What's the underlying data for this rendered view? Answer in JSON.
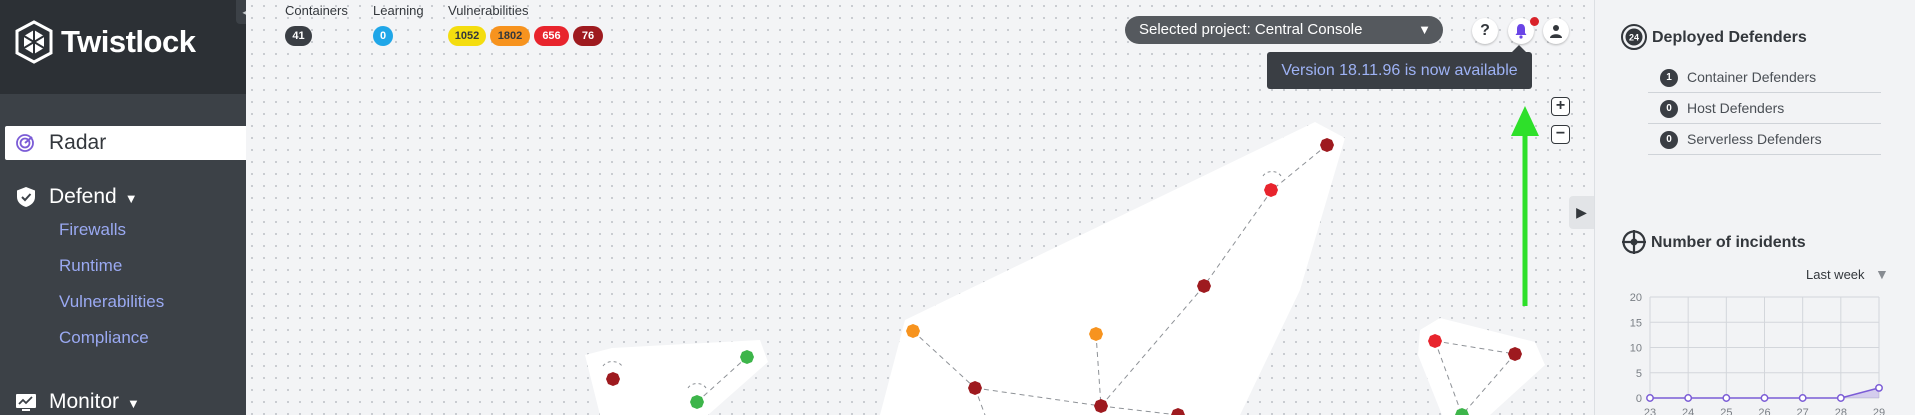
{
  "sidebar": {
    "logo_text": "Twistlock",
    "nav": {
      "radar": "Radar",
      "defend": "Defend",
      "defend_items": [
        "Firewalls",
        "Runtime",
        "Vulnerabilities",
        "Compliance"
      ],
      "monitor": "Monitor"
    }
  },
  "header": {
    "stats": {
      "containers_label": "Containers",
      "containers_count": "41",
      "learning_label": "Learning",
      "learning_count": "0",
      "vulnerabilities_label": "Vulnerabilities",
      "vulnerabilities": [
        {
          "value": "1052",
          "color": "#f4dd0f"
        },
        {
          "value": "1802",
          "color": "#f7931e"
        },
        {
          "value": "656",
          "color": "#e8242d"
        },
        {
          "value": "76",
          "color": "#9e1a1f"
        }
      ]
    },
    "project_select": "Selected project: Central Console",
    "help_icon": "?",
    "tooltip": "Version 18.11.96 is now available"
  },
  "zoom": {
    "in": "+",
    "out": "−"
  },
  "right_panel": {
    "deployed_title": "Deployed Defenders",
    "deployed_icon_text": "24",
    "defenders": [
      {
        "count": "1",
        "label": "Container Defenders"
      },
      {
        "count": "0",
        "label": "Host Defenders"
      },
      {
        "count": "0",
        "label": "Serverless Defenders"
      }
    ],
    "incidents_title": "Number of incidents",
    "range": "Last week",
    "chart_data": {
      "type": "area",
      "x": [
        "23",
        "24",
        "25",
        "26",
        "27",
        "28",
        "29"
      ],
      "values": [
        0,
        0,
        0,
        0,
        0,
        0,
        2
      ],
      "ylim": [
        0,
        20
      ],
      "yticks": [
        "20",
        "15",
        "10",
        "5",
        "0"
      ],
      "color": "#7b5cd6",
      "grid": true
    }
  },
  "colors": {
    "critical": "#9e1a1f",
    "high": "#e8242d",
    "medium": "#f7931e",
    "low": "#3db54a",
    "accent": "#7b5cd6"
  }
}
